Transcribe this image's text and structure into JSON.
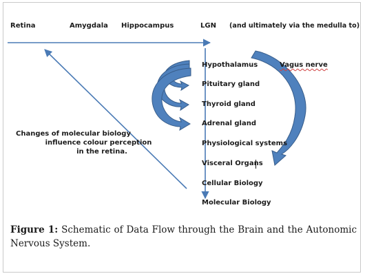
{
  "top_row": {
    "retina": "Retina",
    "amygdala": "Amygdala",
    "hippocampus": "Hippocampus",
    "lgn": "LGN",
    "medulla": "(and ultimately via the medulla to)"
  },
  "column_items": [
    "Hypothalamus",
    "Pituitary gland",
    "Thyroid gland",
    "Adrenal gland",
    "Physiological systems",
    "Visceral Organs",
    "Cellular Biology",
    "Molecular Biology"
  ],
  "vagus": "Vagus nerve",
  "note": {
    "line1": "Changes of molecular biology",
    "line2": "influence colour perception",
    "line3": "in the retina."
  },
  "caption": {
    "label": "Figure 1:",
    "text": "Schematic of Data Flow through the Brain and the Autonomic Nervous System."
  },
  "colors": {
    "arrow_fill": "#4f81bd",
    "arrow_stroke": "#385d8a",
    "line": "#4a7ab5"
  }
}
